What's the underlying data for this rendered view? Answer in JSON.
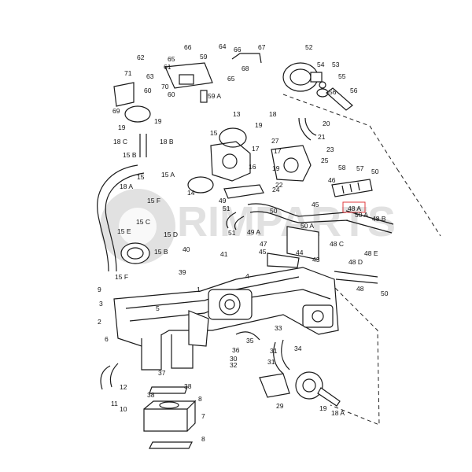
{
  "watermark": {
    "text": "RIMPARTS",
    "color": "#bdbdbd"
  },
  "highlight": {
    "label": "48 A",
    "color": "#e0393e"
  },
  "callouts": [
    {
      "t": "52"
    },
    {
      "t": "54"
    },
    {
      "t": "53"
    },
    {
      "t": "56"
    },
    {
      "t": "55"
    },
    {
      "t": "56"
    },
    {
      "t": "66"
    },
    {
      "t": "64"
    },
    {
      "t": "66"
    },
    {
      "t": "67"
    },
    {
      "t": "62"
    },
    {
      "t": "65"
    },
    {
      "t": "59"
    },
    {
      "t": "65"
    },
    {
      "t": "68"
    },
    {
      "t": "71"
    },
    {
      "t": "63"
    },
    {
      "t": "61"
    },
    {
      "t": "70"
    },
    {
      "t": "60"
    },
    {
      "t": "60"
    },
    {
      "t": "59 A"
    },
    {
      "t": "69"
    },
    {
      "t": "19"
    },
    {
      "t": "19"
    },
    {
      "t": "18 C"
    },
    {
      "t": "18 B"
    },
    {
      "t": "13"
    },
    {
      "t": "15"
    },
    {
      "t": "19"
    },
    {
      "t": "17"
    },
    {
      "t": "18"
    },
    {
      "t": "20"
    },
    {
      "t": "27"
    },
    {
      "t": "17"
    },
    {
      "t": "21"
    },
    {
      "t": "19"
    },
    {
      "t": "23"
    },
    {
      "t": "16"
    },
    {
      "t": "25"
    },
    {
      "t": "15 B"
    },
    {
      "t": "15 A"
    },
    {
      "t": "18 A"
    },
    {
      "t": "22"
    },
    {
      "t": "58"
    },
    {
      "t": "57"
    },
    {
      "t": "50"
    },
    {
      "t": "15"
    },
    {
      "t": "14"
    },
    {
      "t": "24"
    },
    {
      "t": "46"
    },
    {
      "t": "49"
    },
    {
      "t": "15 F"
    },
    {
      "t": "51"
    },
    {
      "t": "50"
    },
    {
      "t": "45"
    },
    {
      "t": "48 A"
    },
    {
      "t": "50 A"
    },
    {
      "t": "48 B"
    },
    {
      "t": "15 C"
    },
    {
      "t": "50 A"
    },
    {
      "t": "15 E"
    },
    {
      "t": "15 D"
    },
    {
      "t": "51"
    },
    {
      "t": "49 A"
    },
    {
      "t": "15 B"
    },
    {
      "t": "47"
    },
    {
      "t": "48 C"
    },
    {
      "t": "48 E"
    },
    {
      "t": "40"
    },
    {
      "t": "41"
    },
    {
      "t": "45"
    },
    {
      "t": "44"
    },
    {
      "t": "43"
    },
    {
      "t": "48 D"
    },
    {
      "t": "39"
    },
    {
      "t": "4"
    },
    {
      "t": "15 F"
    },
    {
      "t": "9"
    },
    {
      "t": "48"
    },
    {
      "t": "50"
    },
    {
      "t": "1"
    },
    {
      "t": "3"
    },
    {
      "t": "5"
    },
    {
      "t": "2"
    },
    {
      "t": "6"
    },
    {
      "t": "33"
    },
    {
      "t": "35"
    },
    {
      "t": "36"
    },
    {
      "t": "34"
    },
    {
      "t": "30"
    },
    {
      "t": "32"
    },
    {
      "t": "31"
    },
    {
      "t": "31"
    },
    {
      "t": "12"
    },
    {
      "t": "37"
    },
    {
      "t": "38"
    },
    {
      "t": "38"
    },
    {
      "t": "8"
    },
    {
      "t": "29"
    },
    {
      "t": "19"
    },
    {
      "t": "18 A"
    },
    {
      "t": "11"
    },
    {
      "t": "10"
    },
    {
      "t": "7"
    },
    {
      "t": "8"
    }
  ]
}
